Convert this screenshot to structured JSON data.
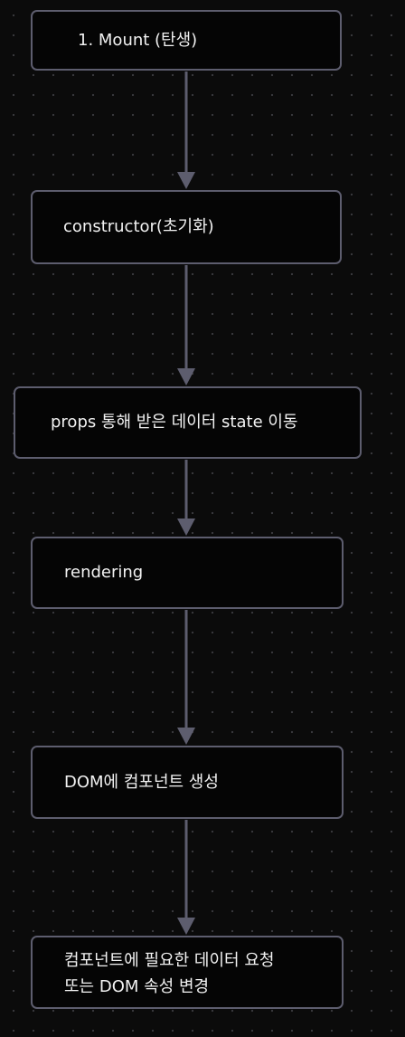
{
  "diagram": {
    "nodes": [
      {
        "id": "n1",
        "label": "1. Mount (탄생)"
      },
      {
        "id": "n2",
        "label": "constructor(초기화)"
      },
      {
        "id": "n3",
        "label": "props 통해 받은 데이터 state 이동"
      },
      {
        "id": "n4",
        "label": "rendering"
      },
      {
        "id": "n5",
        "label": "DOM에 컴포넌트 생성"
      },
      {
        "id": "n6",
        "label_lines": [
          "컴포넌트에 필요한 데이터 요청",
          "또는 DOM 속성 변경"
        ]
      }
    ],
    "edges": [
      {
        "from": "n1",
        "to": "n2"
      },
      {
        "from": "n2",
        "to": "n3"
      },
      {
        "from": "n3",
        "to": "n4"
      },
      {
        "from": "n4",
        "to": "n5"
      },
      {
        "from": "n5",
        "to": "n6"
      }
    ],
    "colors": {
      "background": "#0b0b0b",
      "node_border": "#5d5d6e",
      "edge": "#5d5d6e",
      "text": "#f2f2f2"
    }
  }
}
